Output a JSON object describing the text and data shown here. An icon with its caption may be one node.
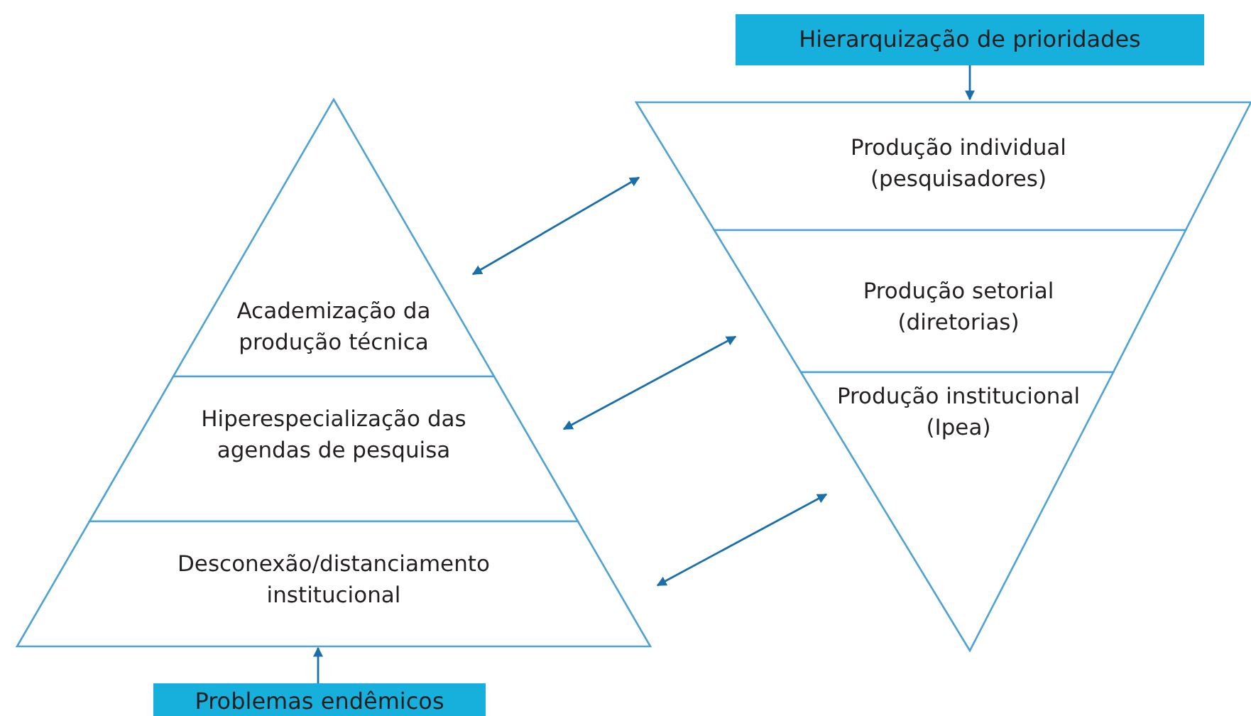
{
  "diagram": {
    "nodes": [
      {
        "text": [
          "Academização da produção técnica"
        ]
      },
      {
        "text": [
          "Hiperespecialização das agendas de pesquisa"
        ]
      },
      {
        "text": [
          "Desconexão/distanciamento institucional"
        ]
      },
      {
        "text": [
          "Problemas endêmicos"
        ]
      },
      {
        "text": [
          "Hierarquização de prioridades"
        ]
      },
      {
        "text": [
          "Produção individual (pesquisadores)"
        ]
      },
      {
        "text": [
          "Produção setorial (diretorias)"
        ]
      },
      {
        "text": [
          "Produção institucional (Ipea)"
        ]
      }
    ],
    "edges": [
      {
        "from": 3,
        "to": 2,
        "arrow": "to"
      },
      {
        "from": 4,
        "to": 5,
        "arrow": "to"
      },
      {
        "from": 5,
        "to": 0,
        "arrow": "both"
      },
      {
        "from": 6,
        "to": 1,
        "arrow": "both"
      },
      {
        "from": 7,
        "to": 2,
        "arrow": "both"
      }
    ]
  }
}
